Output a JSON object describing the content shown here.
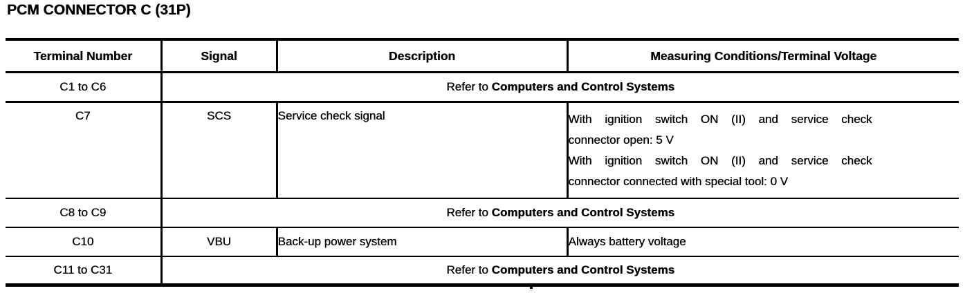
{
  "title": "PCM CONNECTOR C (31P)",
  "table": {
    "headers": [
      "Terminal Number",
      "Signal",
      "Description",
      "Measuring Conditions/Terminal Voltage"
    ],
    "refer": {
      "prefix": "Refer to",
      "emphasis": "Computers and Control Systems"
    },
    "rows": [
      {
        "terminal": "C1 to C6",
        "type": "refer"
      },
      {
        "terminal": "C7",
        "signal": "SCS",
        "description": "Service check signal",
        "conditions": [
          "With ignition switch ON (II) and service check",
          "connector open: 5 V",
          "With ignition switch ON (II) and service check",
          "connector connected with special tool: 0 V"
        ]
      },
      {
        "terminal": "C8 to C9",
        "type": "refer"
      },
      {
        "terminal": "C10",
        "signal": "VBU",
        "description": "Back-up power system",
        "conditions": "Always battery voltage"
      },
      {
        "terminal": "C11 to C31",
        "type": "refer"
      }
    ]
  }
}
